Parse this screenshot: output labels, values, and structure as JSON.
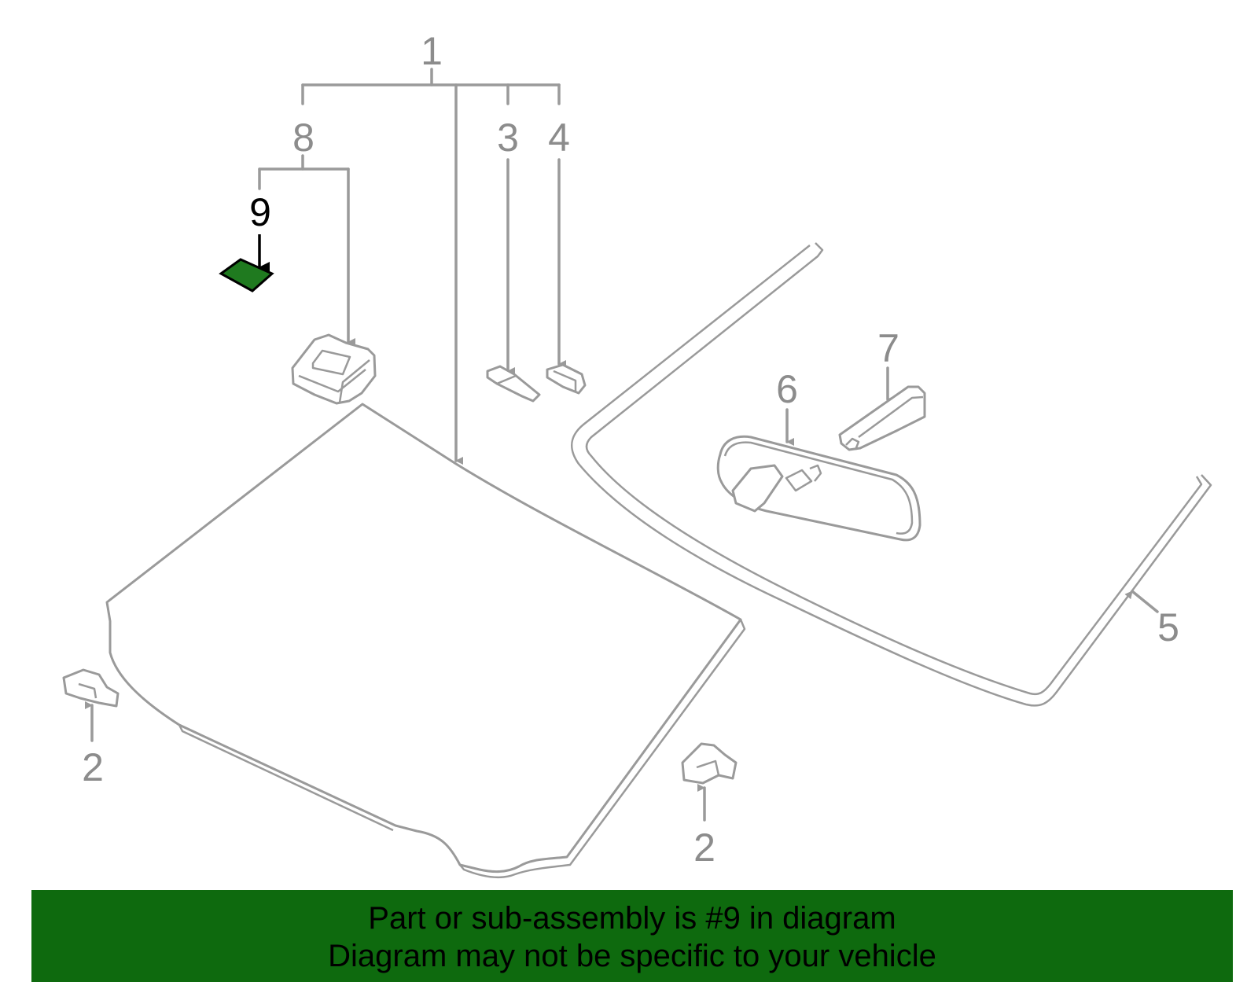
{
  "diagram": {
    "callouts": [
      {
        "key": "1",
        "text": "1"
      },
      {
        "key": "8",
        "text": "8"
      },
      {
        "key": "3",
        "text": "3"
      },
      {
        "key": "4",
        "text": "4"
      },
      {
        "key": "9",
        "text": "9"
      },
      {
        "key": "6",
        "text": "6"
      },
      {
        "key": "7",
        "text": "7"
      },
      {
        "key": "5",
        "text": "5"
      },
      {
        "key": "2a",
        "text": "2"
      },
      {
        "key": "2b",
        "text": "2"
      }
    ],
    "highlight_part": "9",
    "colors": {
      "line": "#9a9a9a",
      "highlight_fill": "#1f7a1f",
      "highlight_stroke": "#000000",
      "banner": "#0e6a0e"
    }
  },
  "banner": {
    "line1": "Part or sub-assembly is #9 in diagram",
    "line2": "Diagram may not be specific to your vehicle"
  }
}
